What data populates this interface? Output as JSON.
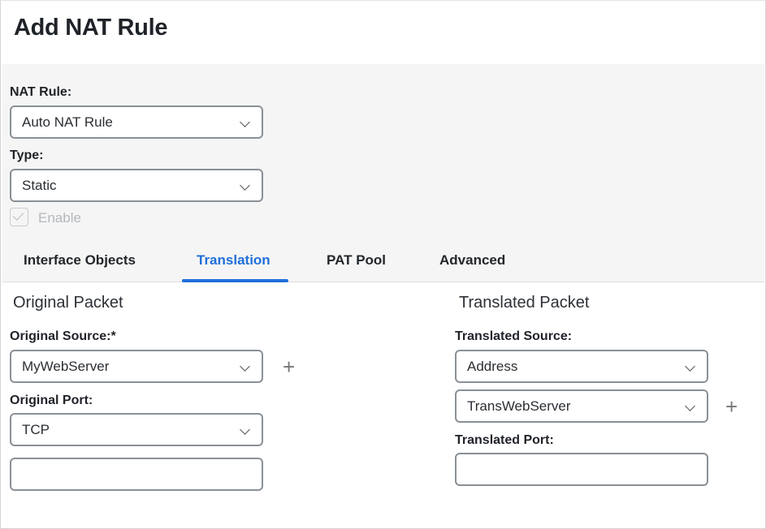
{
  "title": "Add NAT Rule",
  "nat_rule": {
    "label": "NAT Rule:",
    "value": "Auto NAT Rule"
  },
  "type": {
    "label": "Type:",
    "value": "Static"
  },
  "enable": {
    "label": "Enable",
    "checked": true,
    "disabled": true
  },
  "tabs": [
    {
      "label": "Interface Objects"
    },
    {
      "label": "Translation",
      "active": true
    },
    {
      "label": "PAT Pool"
    },
    {
      "label": "Advanced"
    }
  ],
  "original": {
    "title": "Original Packet",
    "source_label": "Original Source:*",
    "source_value": "MyWebServer",
    "port_label": "Original Port:",
    "port_value": "TCP",
    "port_input": ""
  },
  "translated": {
    "title": "Translated Packet",
    "source_label": "Translated Source:",
    "source_type": "Address",
    "source_value": "TransWebServer",
    "port_label": "Translated Port:",
    "port_input": ""
  },
  "plus_glyph": "+",
  "colors": {
    "accent": "#1e6fd9"
  }
}
